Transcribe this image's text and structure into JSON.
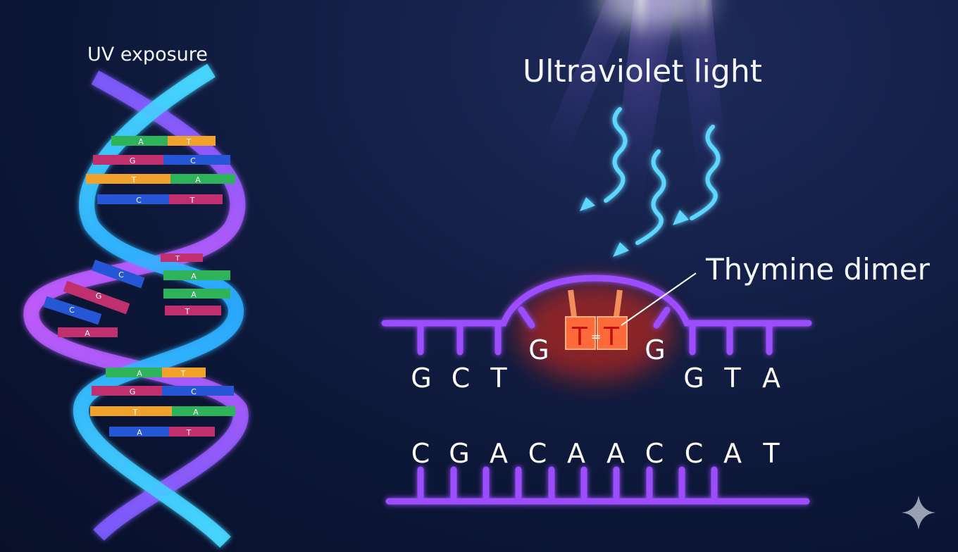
{
  "labels": {
    "uv_exposure": "UV exposure",
    "ultraviolet_light": "Ultraviolet light",
    "thymine_dimer": "Thymine dimer"
  },
  "helix": {
    "top_pairs": [
      [
        "A",
        "T"
      ],
      [
        "G",
        "C"
      ],
      [
        "T",
        "A"
      ],
      [
        "C",
        "T"
      ]
    ],
    "broken_left": [
      "C",
      "G",
      "C",
      "A"
    ],
    "broken_right": [
      "T",
      "A",
      "A",
      "T"
    ],
    "bottom_pairs": [
      [
        "A",
        "T"
      ],
      [
        "G",
        "C"
      ],
      [
        "T",
        "A"
      ],
      [
        "A",
        "T"
      ]
    ]
  },
  "strand_diagram": {
    "top_left": [
      "G",
      "C",
      "T"
    ],
    "bulge_left": "G",
    "dimer": [
      "T",
      "T"
    ],
    "dimer_bond": "=",
    "bulge_right": "G",
    "top_right": [
      "G",
      "T",
      "A"
    ],
    "bottom": [
      "C",
      "G",
      "A",
      "C",
      "A",
      "A",
      "C",
      "C",
      "A",
      "T"
    ]
  },
  "colors": {
    "background": "#0c1636",
    "helix_cyan": "#3fd0ff",
    "helix_violet": "#a855f7",
    "backbone_purple": "#9b4dff",
    "dimer_glow": "#ff3b1f",
    "adenine": "#2fb35a",
    "thymine": "#f0a22a",
    "guanine": "#c0306e",
    "cytosine": "#2456d6"
  },
  "icons": {
    "sparkle": "four-point-star"
  }
}
